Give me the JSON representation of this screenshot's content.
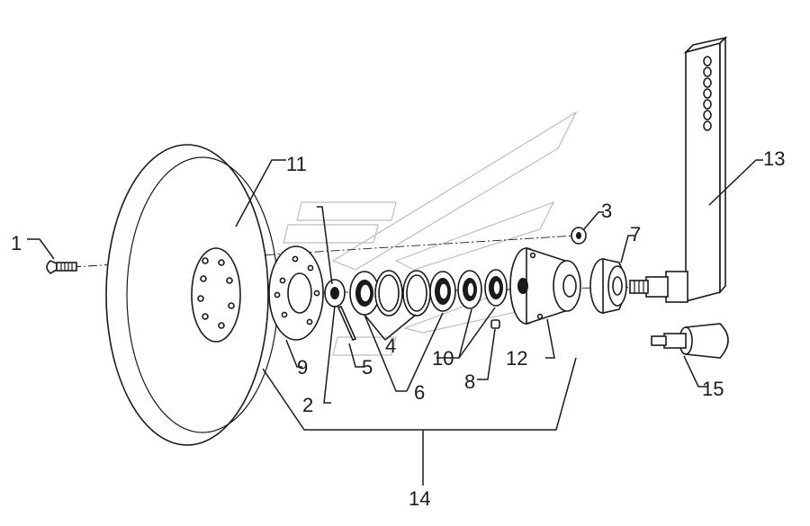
{
  "labels": {
    "l1": "1",
    "l2": "2",
    "l3": "3",
    "l4": "4",
    "l5": "5",
    "l6": "6",
    "l7": "7",
    "l8": "8",
    "l9": "9",
    "l10": "10",
    "l11": "11",
    "l12": "12",
    "l13": "13",
    "l14": "14",
    "l15": "15"
  },
  "colors": {
    "line": "#1a1a1a",
    "watermark": "#bdbdbd",
    "background": "#ffffff"
  }
}
